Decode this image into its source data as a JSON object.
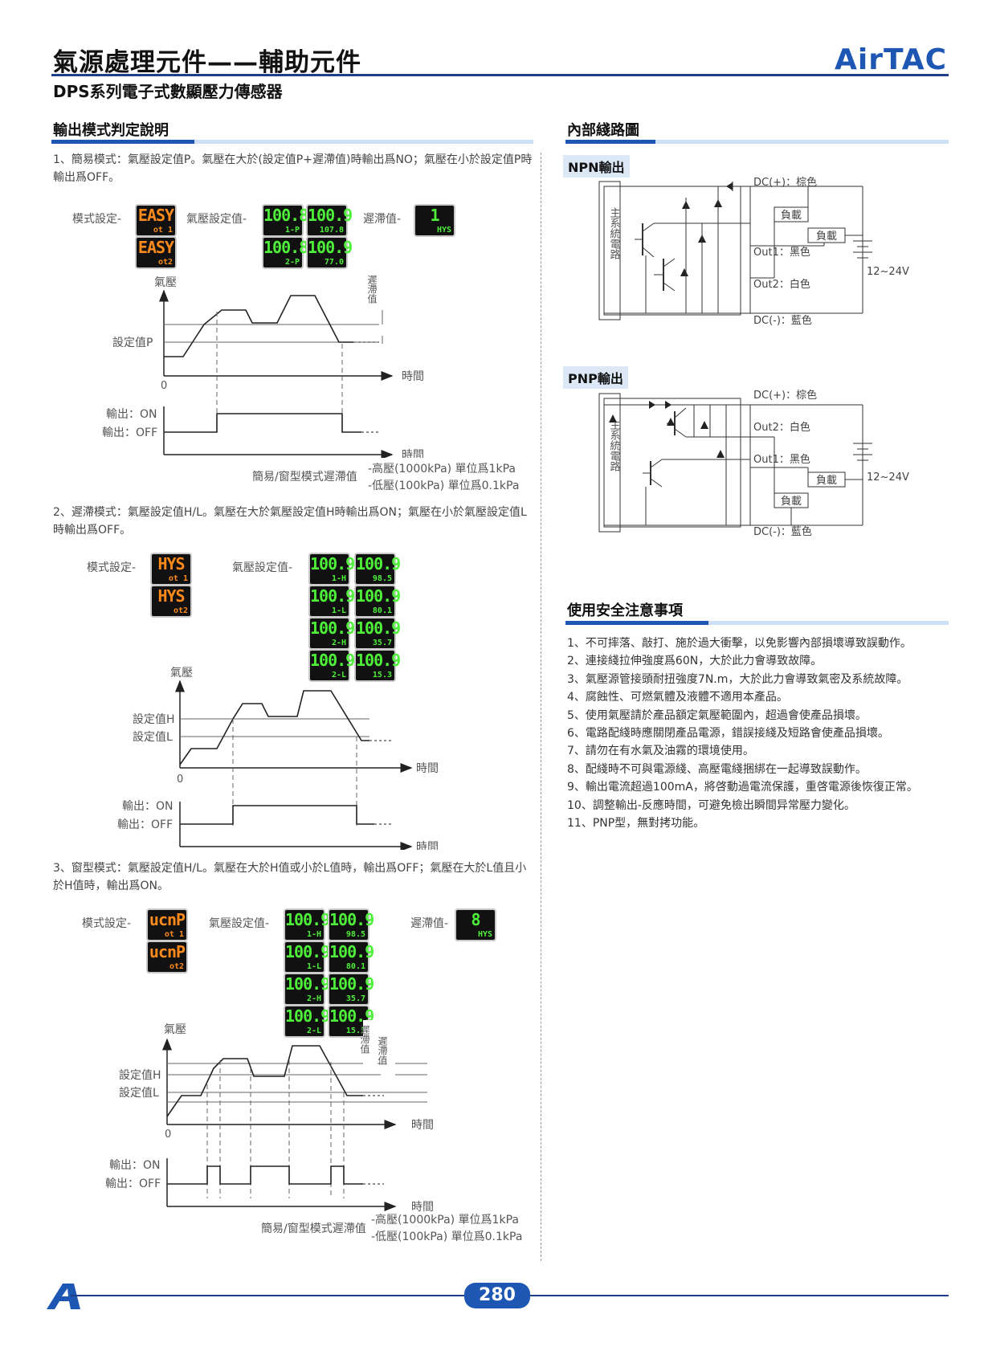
{
  "header": {
    "title": "氣源處理元件——輔助元件",
    "subtitle": "DPS系列電子式數顯壓力傳感器",
    "logo_text": "AirTAC"
  },
  "left": {
    "section_title": "輸出模式判定說明",
    "mode1": {
      "desc": "1、簡易模式：氣壓設定值P。氣壓在大於(設定值P+遲滯值)時輸出爲NO；氣壓在小於設定值P時輸出爲OFF。",
      "mode_label": "模式設定-",
      "pressure_label": "氣壓設定值-",
      "hys_label": "遲滯值-",
      "lcd": [
        {
          "main": "EASY",
          "sub": "ot 1"
        },
        {
          "main": "EASY",
          "sub": "ot2"
        },
        {
          "main": "100.8",
          "sub": "1-P"
        },
        {
          "main": "100.9",
          "sub": "107.8"
        },
        {
          "main": "100.8",
          "sub": "2-P"
        },
        {
          "main": "100.9",
          "sub": "77.0"
        },
        {
          "main": "1",
          "sub": "HYS"
        }
      ],
      "graph": {
        "y_label": "氣壓",
        "set_label": "設定值P",
        "zero": "0",
        "time_label": "時間",
        "hys_label": "遲滯值",
        "out_on": "輸出：ON",
        "out_off": "輸出：OFF",
        "time_label2": "時間"
      },
      "note": {
        "label": "簡易/窗型模式遲滯值",
        "high": "-高壓(1000kPa) 單位爲1kPa",
        "low": "-低壓(100kPa) 單位爲0.1kPa"
      }
    },
    "mode2": {
      "desc": "2、遲滯模式：氣壓設定值H/L。氣壓在大於氣壓設定值H時輸出爲ON；氣壓在小於氣壓設定值L時輸出爲OFF。",
      "mode_label": "模式設定-",
      "pressure_label": "氣壓設定值-",
      "lcd": [
        {
          "main": "HYS",
          "sub": "ot 1"
        },
        {
          "main": "HYS",
          "sub": "ot2"
        },
        {
          "main": "100.9",
          "sub": "1-H"
        },
        {
          "main": "100.9",
          "sub": "98.5"
        },
        {
          "main": "100.9",
          "sub": "1-L"
        },
        {
          "main": "100.9",
          "sub": "80.1"
        },
        {
          "main": "100.9",
          "sub": "2-H"
        },
        {
          "main": "100.9",
          "sub": "35.7"
        },
        {
          "main": "100.9",
          "sub": "2-L"
        },
        {
          "main": "100.9",
          "sub": "15.3"
        }
      ],
      "graph": {
        "y_label": "氣壓",
        "set_h": "設定值H",
        "set_l": "設定值L",
        "zero": "0",
        "time_label": "時間",
        "out_on": "輸出：ON",
        "out_off": "輸出：OFF",
        "time_label2": "時間"
      }
    },
    "mode3": {
      "desc": "3、窗型模式：氣壓設定值H/L。氣壓在大於H值或小於L值時，輸出爲OFF；氣壓在大於L值且小於H值時，輸出爲ON。",
      "mode_label": "模式設定-",
      "pressure_label": "氣壓設定值-",
      "hys_label": "遲滯值-",
      "lcd": [
        {
          "main": "ucnP",
          "sub": "ot 1"
        },
        {
          "main": "ucnP",
          "sub": "ot2"
        },
        {
          "main": "100.9",
          "sub": "1-H"
        },
        {
          "main": "100.9",
          "sub": "98.5"
        },
        {
          "main": "100.9",
          "sub": "1-L"
        },
        {
          "main": "100.9",
          "sub": "80.1"
        },
        {
          "main": "100.9",
          "sub": "2-H"
        },
        {
          "main": "100.9",
          "sub": "35.7"
        },
        {
          "main": "100.9",
          "sub": "2-L"
        },
        {
          "main": "100.9",
          "sub": "15.3"
        },
        {
          "main": "8",
          "sub": "HYS"
        }
      ],
      "graph": {
        "y_label": "氣壓",
        "set_h": "設定值H",
        "set_l": "設定值L",
        "zero": "0",
        "time_label": "時間",
        "hys_label": "遲滯值",
        "out_on": "輸出：ON",
        "out_off": "輸出：OFF",
        "time_label2": "時間"
      },
      "note": {
        "label": "簡易/窗型模式遲滯值",
        "high": "-高壓(1000kPa) 單位爲1kPa",
        "low": "-低壓(100kPa) 單位爲0.1kPa"
      }
    }
  },
  "right": {
    "circuit_title": "內部綫路圖",
    "npn": {
      "tab": "NPN輸出",
      "main_circuit": "主系統電路",
      "dc_plus": "DC(+)：棕色",
      "out1": "Out1：黑色",
      "out2": "Out2：白色",
      "dc_minus": "DC(-)：藍色",
      "load": "負載",
      "voltage": "12~24V"
    },
    "pnp": {
      "tab": "PNP輸出",
      "main_circuit": "主系統電路",
      "dc_plus": "DC(+)：棕色",
      "out2": "Out2：白色",
      "out1": "Out1：黑色",
      "dc_minus": "DC(-)：藍色",
      "load": "負載",
      "voltage": "12~24V"
    },
    "safety_title": "使用安全注意事項",
    "safety_notes": [
      "1、不可摔落、敲打、施於過大衝擊，以免影響內部損壞導致誤動作。",
      "2、連接綫拉伸強度爲60N，大於此力會導致故障。",
      "3、氣壓源管接頭耐扭強度7N.m，大於此力會導致氣密及系統故障。",
      "4、腐蝕性、可燃氣體及液體不適用本產品。",
      "5、使用氣壓請於產品額定氣壓範圍內，超過會使產品損壞。",
      "6、電路配綫時應關閉產品電源，錯誤接綫及短路會使產品損壞。",
      "7、請勿在有水氣及油霧的環境使用。",
      "8、配綫時不可與電源綫、高壓電綫捆綁在一起導致誤動作。",
      "9、輸出電流超過100mA，將啓動過電流保護，重啓電源後恢復正常。",
      "10、調整輸出-反應時間，可避免檢出瞬間异常壓力變化。",
      "11、PNP型，無對拷功能。"
    ]
  },
  "footer": {
    "page": "280"
  },
  "colors": {
    "brand_blue": "#1d56b3",
    "lcd_green": "#4ef03a",
    "lcd_orange": "#ff8a1c"
  }
}
